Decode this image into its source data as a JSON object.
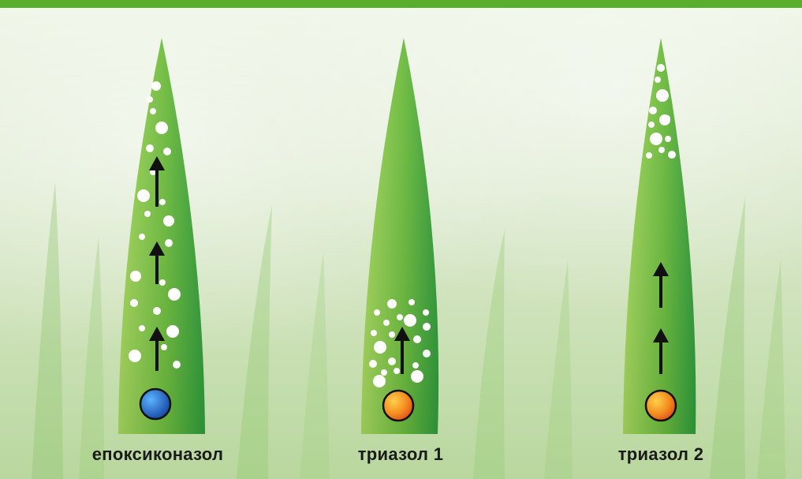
{
  "labels": {
    "leaf1": "епоксиконазол",
    "leaf2": "триазол 1",
    "leaf3": "триазол 2"
  },
  "colors": {
    "top_bar": "#5aae2e",
    "leaf_light": "#9fd45a",
    "leaf_dark": "#2f9a3a",
    "epoxiconazole_dot": "#1f63c9",
    "triazole_dot": "#f08a1c",
    "arrow": "#111111"
  },
  "icons": {
    "leaf1_source": "blue-circle-icon",
    "leaf2_source": "orange-circle-icon",
    "leaf3_source": "orange-circle-icon"
  }
}
